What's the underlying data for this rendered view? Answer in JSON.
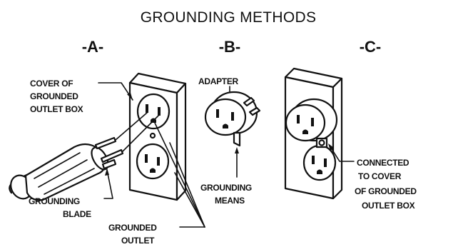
{
  "title": "GROUNDING METHODS",
  "panels": {
    "a": {
      "letter": "-A-",
      "cover_label": [
        "COVER OF",
        "GROUNDED",
        "OUTLET BOX"
      ],
      "blade_label": [
        "GROUNDING",
        "BLADE"
      ],
      "outlet_label": [
        "GROUNDED",
        "OUTLET"
      ]
    },
    "b": {
      "letter": "-B-",
      "adapter_label": "ADAPTER",
      "means_label": [
        "GROUNDING",
        "MEANS"
      ]
    },
    "c": {
      "letter": "-C-",
      "connected_label": [
        "CONNECTED",
        "TO COVER",
        "OF GROUNDED",
        "OUTLET BOX"
      ]
    }
  },
  "icons": [
    "plug-icon",
    "outlet-icon",
    "adapter-icon"
  ]
}
